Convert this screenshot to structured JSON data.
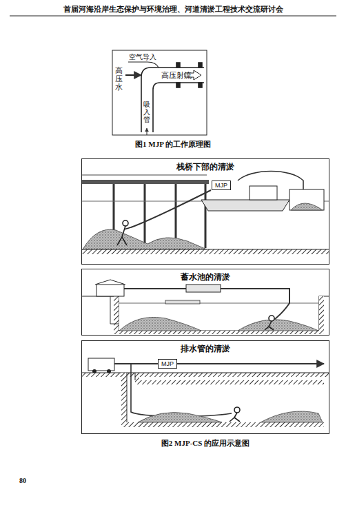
{
  "diagram": {
    "nodes": [
      {
        "text": [
          "栈桥下部的清淤"
        ]
      },
      {
        "text": [
          "蓄水池的清淤"
        ]
      },
      {
        "text": [
          "排水管的清淤"
        ]
      },
      {
        "text": [
          "MJP"
        ],
        "in": 0
      },
      {
        "text": [
          "MJP"
        ],
        "in": 2
      }
    ],
    "labels": [
      "首届河海沿岸生态保护与环境治理、河道清淤工程技术交流研讨会",
      "空气导入",
      "高压水",
      "高压射流",
      "吸入管",
      "图1 MJP 的工作原理图",
      "图2 MJP-CS 的应用示意图",
      "80"
    ]
  }
}
